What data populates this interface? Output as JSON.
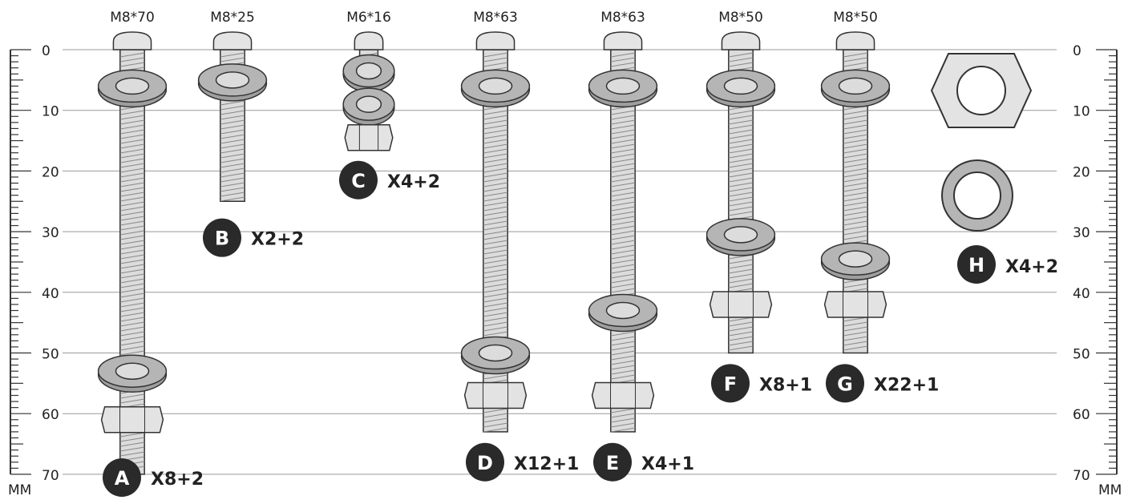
{
  "scale": {
    "min": 0,
    "max": 70,
    "labels": [
      "0",
      "10",
      "20",
      "30",
      "40",
      "50",
      "60",
      "70"
    ],
    "unit": "MM"
  },
  "colors": {
    "bolt": "#dcdcdc",
    "washer": "#b5b5b5",
    "nut": "#e3e3e3",
    "badge": "#2a2a2a",
    "stroke": "#333333"
  },
  "parts": [
    {
      "id": "A",
      "size": "M8*70",
      "qty": "X8+2",
      "length": 70,
      "washers": [
        6,
        53
      ],
      "nuts": [
        61
      ],
      "badge_mm": 72.5,
      "dia": 8
    },
    {
      "id": "B",
      "size": "M8*25",
      "qty": "X2+2",
      "length": 25,
      "washers": [
        5
      ],
      "nuts": [],
      "badge_mm": 31,
      "dia": 8
    },
    {
      "id": "C",
      "size": "M6*16",
      "qty": "X4+2",
      "length": 16,
      "washers": [
        3.5,
        9
      ],
      "nuts": [
        14.5
      ],
      "badge_mm": 21.5,
      "dia": 6
    },
    {
      "id": "D",
      "size": "M8*63",
      "qty": "X12+1",
      "length": 63,
      "washers": [
        6,
        50
      ],
      "nuts": [
        57
      ],
      "badge_mm": 68,
      "dia": 8
    },
    {
      "id": "E",
      "size": "M8*63",
      "qty": "X4+1",
      "length": 63,
      "washers": [
        6,
        43
      ],
      "nuts": [
        57
      ],
      "badge_mm": 68,
      "dia": 8
    },
    {
      "id": "F",
      "size": "M8*50",
      "qty": "X8+1",
      "length": 50,
      "washers": [
        6,
        30.5
      ],
      "nuts": [
        42
      ],
      "badge_mm": 55,
      "dia": 8
    },
    {
      "id": "G",
      "size": "M8*50",
      "qty": "X22+1",
      "length": 50,
      "washers": [
        6,
        34.5
      ],
      "nuts": [
        42
      ],
      "badge_mm": 55,
      "dia": 8
    }
  ],
  "part_h": {
    "id": "H",
    "qty": "X4+2"
  }
}
